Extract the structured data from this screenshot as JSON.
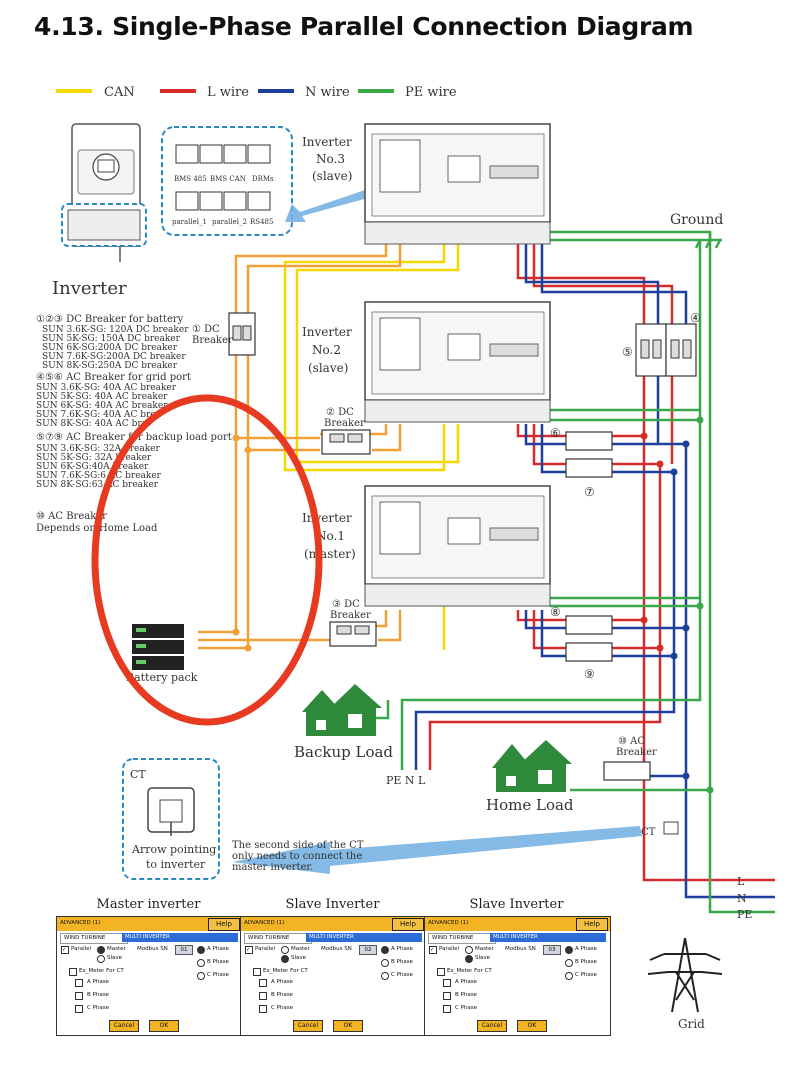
{
  "title": "4.13.  Single-Phase Parallel Connection Diagram",
  "legend": [
    {
      "label": "CAN",
      "color": "#f5d800"
    },
    {
      "label": "L wire",
      "color": "#d62b2b"
    },
    {
      "label": "N wire",
      "color": "#1f3f9c"
    },
    {
      "label": "PE wire",
      "color": "#3aa84a"
    }
  ],
  "port_box": {
    "row1": [
      "BMS 485",
      "BMS CAN",
      "DRMs"
    ],
    "row2": [
      "parallel_1",
      "parallel_2",
      "RS485"
    ]
  },
  "inverter_label": "Inverter",
  "breaker_notes": {
    "dc_head": "①②③ DC Breaker for battery",
    "dc_lines": [
      "SUN 3.6K-SG: 120A DC breaker",
      "SUN 5K-SG: 150A DC breaker",
      "SUN 6K-SG:200A DC breaker",
      "SUN 7.6K-SG:200A DC breaker",
      "SUN 8K-SG:250A DC breaker"
    ],
    "ac_head": "④⑤⑥ AC Breaker for grid port",
    "ac_lines": [
      "SUN 3.6K-SG: 40A AC breaker",
      "SUN 5K-SG:   40A AC breaker",
      "SUN 6K-SG:   40A AC breaker",
      "SUN 7.6K-SG:    40A AC brea",
      "SUN 8K-SG:    40A AC bre"
    ],
    "backup_head": "⑤⑦⑨ AC Breaker for backup load port",
    "backup_lines": [
      "SUN 3.6K-SG: 32A      breaker",
      "SUN 5K-SG: 32A      breaker",
      "SUN 6K-SG:40A      breaker",
      "SUN 7.6K-SG:6      AC breaker",
      "SUN 8K-SG:63      AC breaker"
    ],
    "home_head": "⑩ AC Breaker",
    "home_line": "Depends on Home Load"
  },
  "inverters": [
    {
      "name": "Inverter",
      "number": "No.3",
      "role": "(slave)"
    },
    {
      "name": "Inverter",
      "number": "No.2",
      "role": "(slave)"
    },
    {
      "name": "Inverter",
      "number": "No.1",
      "role": "(master)"
    }
  ],
  "breakers": {
    "dc1": "① DC",
    "dc1b": "Breaker",
    "dc2": "② DC",
    "dc2b": "Breaker",
    "dc3": "③ DC",
    "dc3b": "Breaker",
    "n4": "④",
    "n5": "⑤",
    "n6": "⑥",
    "n7": "⑦",
    "n8": "⑧",
    "n9": "⑨",
    "ac10": "⑩ AC",
    "ac10b": "Breaker"
  },
  "ground_label": "Ground",
  "battery_label": "Battery pack",
  "backup_load_label": "Backup Load",
  "home_load_label": "Home Load",
  "pen_label": "PE N  L",
  "ct_box": {
    "title": "CT",
    "line1": "Arrow pointing",
    "line2": "to inverter"
  },
  "ct_label": "CT",
  "ct_note": [
    "The second side of the CT",
    "only needs to  connect the",
    "master inverter."
  ],
  "grid_lines": [
    "L",
    "N",
    "PE"
  ],
  "grid_label": "Grid",
  "panels": [
    {
      "title": "Master inverter",
      "sn": "01",
      "master": true
    },
    {
      "title": "Slave Inverter",
      "sn": "02",
      "master": false
    },
    {
      "title": "Slave Inverter",
      "sn": "03",
      "master": false
    }
  ],
  "panel_text": {
    "header": "ADVANCED (1)",
    "help": "Help",
    "tab1": "WIND TURBINE",
    "tab2": "MULTI INVERTER",
    "parallel": "Parallel",
    "master": "Master",
    "slave": "Slave",
    "modbus": "Modbus SN",
    "a_phase": "A Phase",
    "b_phase": "B Phase",
    "c_phase": "C Phase",
    "ex_meter": "Ex_Meter For CT",
    "cancel": "Cancel",
    "ok": "OK"
  }
}
